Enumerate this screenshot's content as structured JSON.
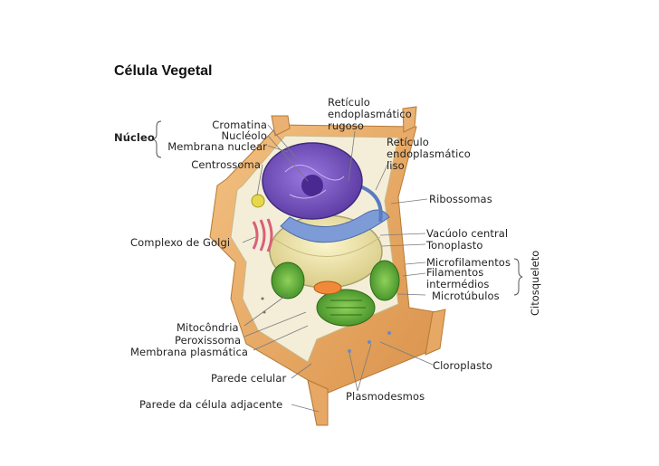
{
  "title": "Célula Vegetal",
  "labels": {
    "nucleo": "Núcleo",
    "cromatina": "Cromatina",
    "nucleolo": "Nucléolo",
    "membrana_nuclear": "Membrana nuclear",
    "centrossoma": "Centrossoma",
    "complexo_golgi": "Complexo de Golgi",
    "mitocondria": "Mitocôndria",
    "peroxissoma": "Peroxissoma",
    "membrana_plasmatica": "Membrana plasmática",
    "parede_celular": "Parede celular",
    "parede_adjacente": "Parede da célula adjacente",
    "reticulo_rugoso": [
      "Retículo",
      "endoplasmático",
      "rugoso"
    ],
    "reticulo_liso": [
      "Retículo",
      "endoplasmático",
      "liso"
    ],
    "ribossomas": "Ribossomas",
    "vacuolo_central": "Vacúolo central",
    "tonoplasto": "Tonoplasto",
    "microfilamentos": "Microfilamentos",
    "filamentos_intermedios": [
      "Filamentos",
      "intermédios"
    ],
    "microtubulos": "Microtúbulos",
    "citosqueleto": "Citosqueleto",
    "cloroplasto": "Cloroplasto",
    "plasmodesmos": "Plasmodesmos"
  },
  "colors": {
    "wall": "#e8a860",
    "wall_dark": "#c98438",
    "cytoplasm": "#f3ecd6",
    "nucleus": "#6b4bb5",
    "vacuole": "#efe6a8",
    "chloroplast": "#5aa83a",
    "golgi": "#d8607a"
  }
}
